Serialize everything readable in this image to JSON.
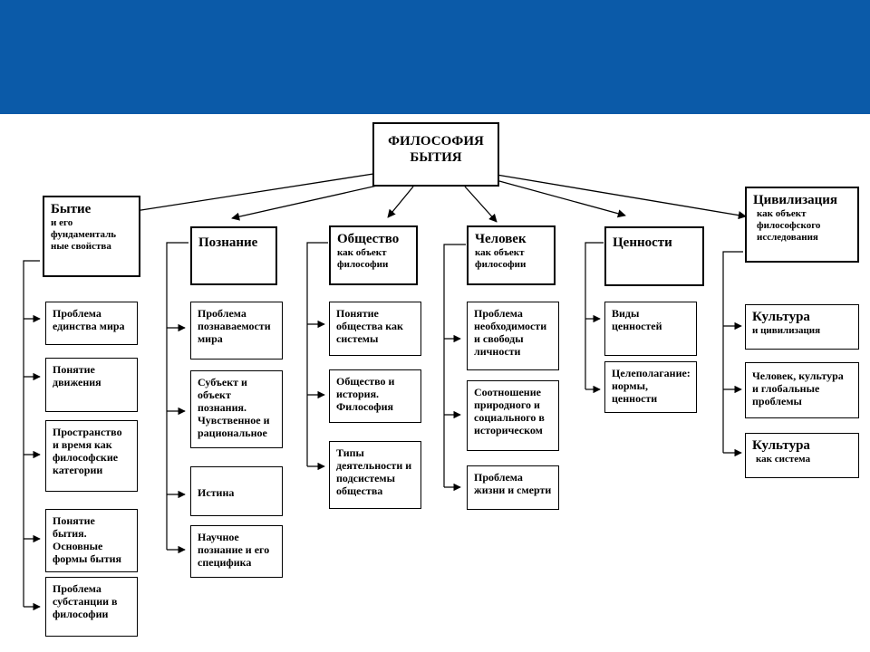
{
  "colors": {
    "banner": "#0b5aa8",
    "line": "#000000"
  },
  "root": {
    "label": "ФИЛОСОФИЯ\nБЫТИЯ"
  },
  "columns": {
    "being": {
      "title": "Бытие",
      "subtitle": "и его\nфундаменталь\nные свойства",
      "items": [
        "Проблема\nединства мира",
        "Понятие\nдвижения",
        "Пространство\nи время как\nфилософские\nкатегории",
        "Понятие\nбытия.\nОсновные\nформы бытия",
        "Проблема\nсубстанции в\nфилософии"
      ]
    },
    "cognition": {
      "title": "Познание",
      "items": [
        "Проблема\nпознаваемости\nмира",
        "Субъект и\nобъект\nпознания.\nЧувственное и\nрациональное",
        "Истина",
        "Научное\nпознание и его\nспецифика"
      ]
    },
    "society": {
      "title": "Общество",
      "subtitle": "как объект\nфилософии",
      "items": [
        "Понятие\nобщества как\nсистемы",
        "Общество и\nистория.\nФилософия",
        "Типы\nдеятельности и\nподсистемы\nобщества"
      ]
    },
    "human": {
      "title": "Человек",
      "subtitle": "как объект\nфилософии",
      "items": [
        "Проблема\nнеобходимости\nи свободы\nличности",
        "Соотношение\nприродного и\nсоциального в\nисторическом",
        "Проблема\nжизни и смерти"
      ]
    },
    "values": {
      "title": "Ценности",
      "items": [
        "Виды ценностей",
        "Целеполагание:\nнормы,\nценности"
      ]
    },
    "civilization": {
      "title": "Цивилизация",
      "subtitle": "как объект\nфилософского\nисследования",
      "items": [
        {
          "big": "Культура",
          "small": "и цивилизация"
        },
        {
          "big": "",
          "small": "Человек, культура\nи глобальные\nпроблемы"
        },
        {
          "big": "Культура",
          "small": "как система"
        }
      ]
    }
  }
}
